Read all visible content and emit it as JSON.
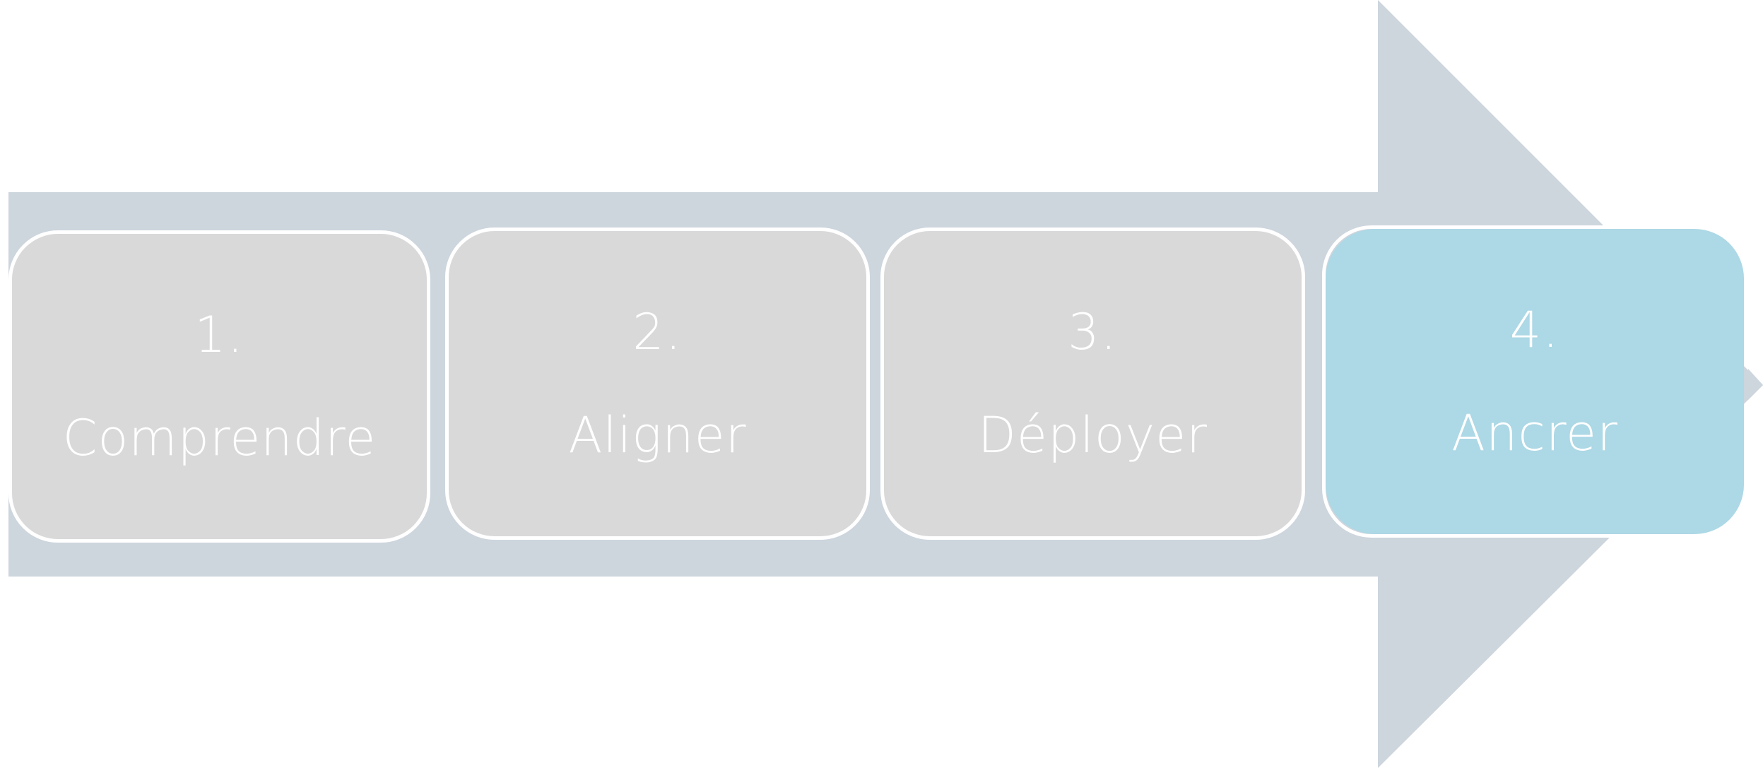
{
  "diagram": {
    "arrow_color": "#cdd5dd",
    "step_color": "#d9d9d9",
    "active_step_color": "#add8e6",
    "text_color": "#ffffff",
    "steps": [
      {
        "number": "1.",
        "label": "Comprendre",
        "active": false
      },
      {
        "number": "2.",
        "label": "Aligner",
        "active": false
      },
      {
        "number": "3.",
        "label": "Déployer",
        "active": false
      },
      {
        "number": "4.",
        "label": "Ancrer",
        "active": true
      }
    ]
  }
}
